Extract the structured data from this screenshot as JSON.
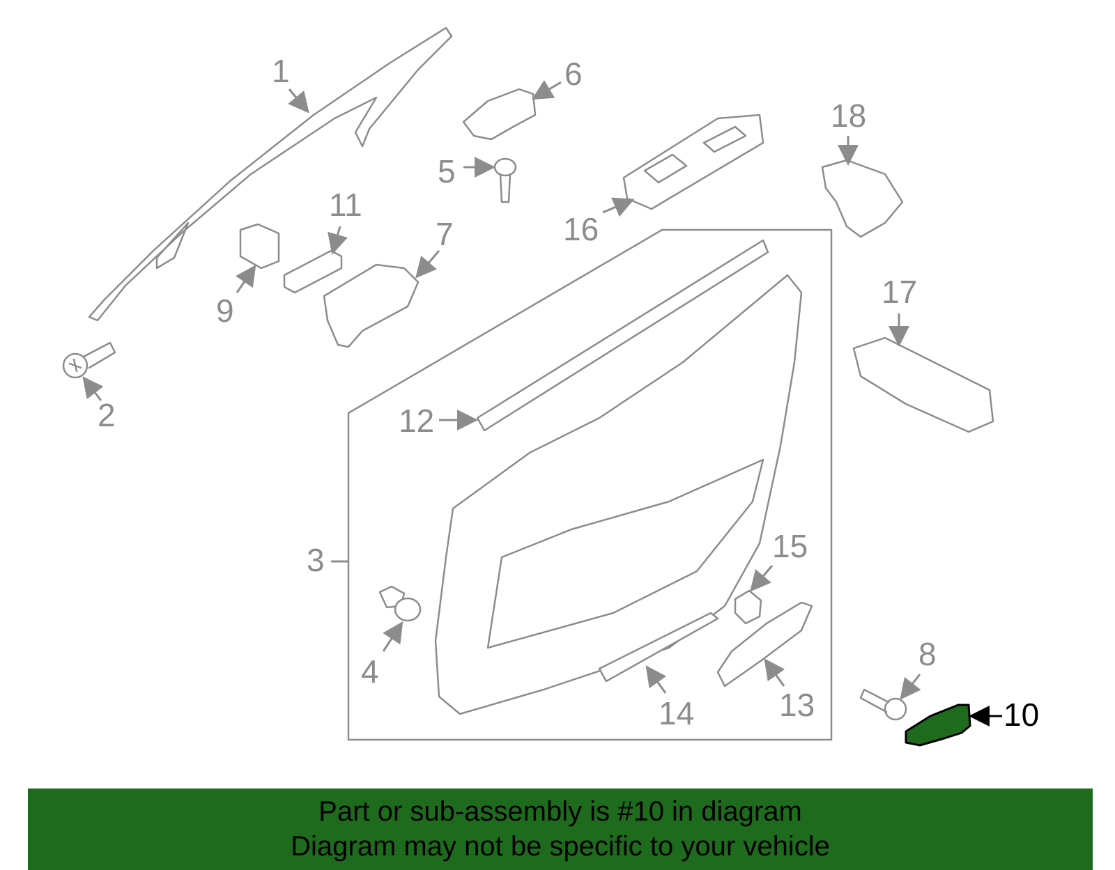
{
  "labels": {
    "p1": "1",
    "p2": "2",
    "p3": "3",
    "p4": "4",
    "p5": "5",
    "p6": "6",
    "p7": "7",
    "p8": "8",
    "p9": "9",
    "p10": "10",
    "p11": "11",
    "p12": "12",
    "p13": "13",
    "p14": "14",
    "p15": "15",
    "p16": "16",
    "p17": "17",
    "p18": "18"
  },
  "highlight_part": "10",
  "colors": {
    "highlight": "#1e6b1e",
    "linework": "#8c8c8c",
    "banner": "#1e6b1e"
  },
  "banner": {
    "line1": "Part or sub-assembly is #10 in diagram",
    "line2": "Diagram may not be specific to your vehicle"
  }
}
